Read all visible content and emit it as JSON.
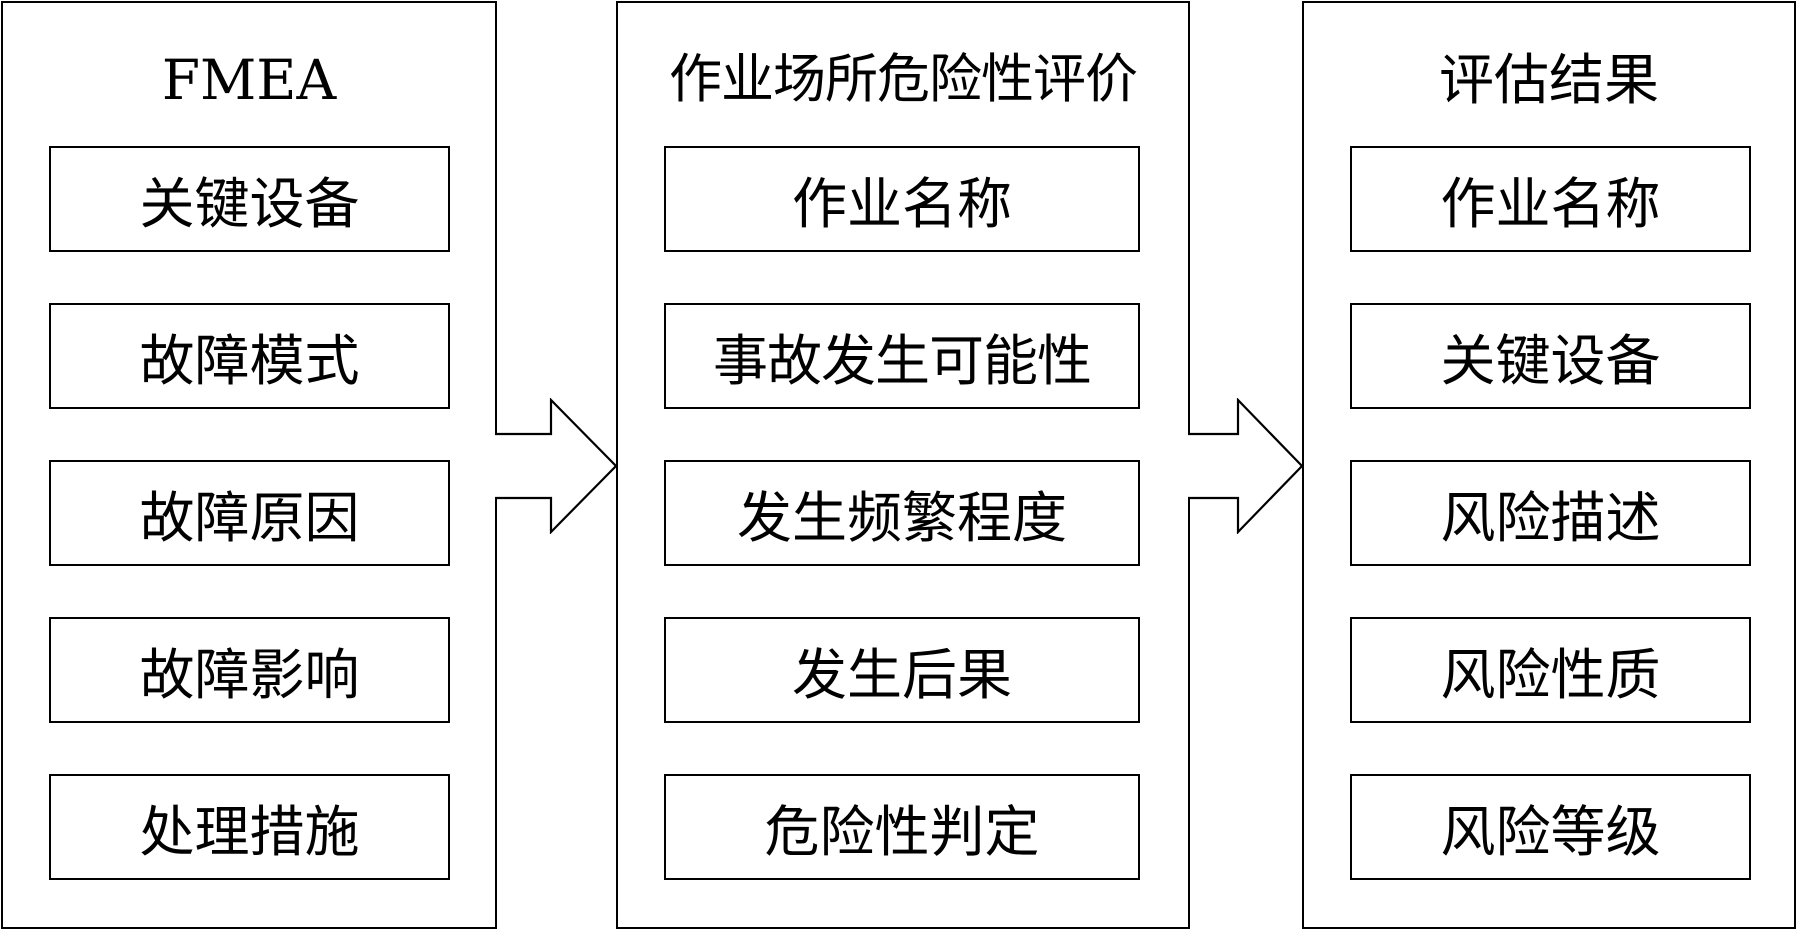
{
  "diagram": {
    "panels": [
      {
        "title": "FMEA",
        "items": [
          "关键设备",
          "故障模式",
          "故障原因",
          "故障影响",
          "处理措施"
        ]
      },
      {
        "title": "作业场所危险性评价",
        "items": [
          "作业名称",
          "事故发生可能性",
          "发生频繁程度",
          "发生后果",
          "危险性判定"
        ]
      },
      {
        "title": "评估结果",
        "items": [
          "作业名称",
          "关键设备",
          "风险描述",
          "风险性质",
          "风险等级"
        ]
      }
    ],
    "colors": {
      "stroke": "#000000",
      "background": "#ffffff"
    }
  }
}
